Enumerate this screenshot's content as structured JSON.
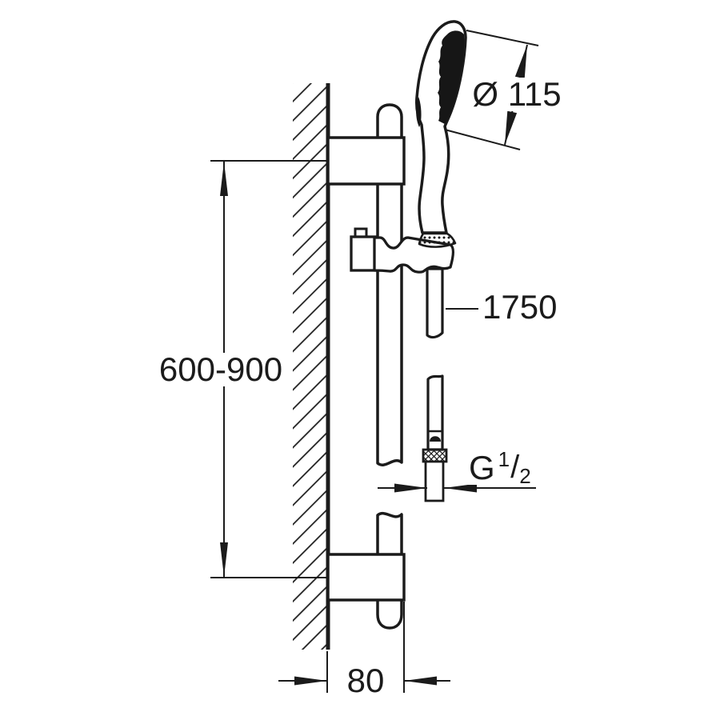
{
  "colors": {
    "background": "#ffffff",
    "line": "#1b1b1b"
  },
  "labels": {
    "head_diameter": "Ø 115",
    "hose_length": "1750",
    "rail_range": "600-900",
    "wall_distance": "80",
    "thread": {
      "letter": "G",
      "numerator": "1",
      "slash": "/",
      "denominator": "2"
    }
  }
}
